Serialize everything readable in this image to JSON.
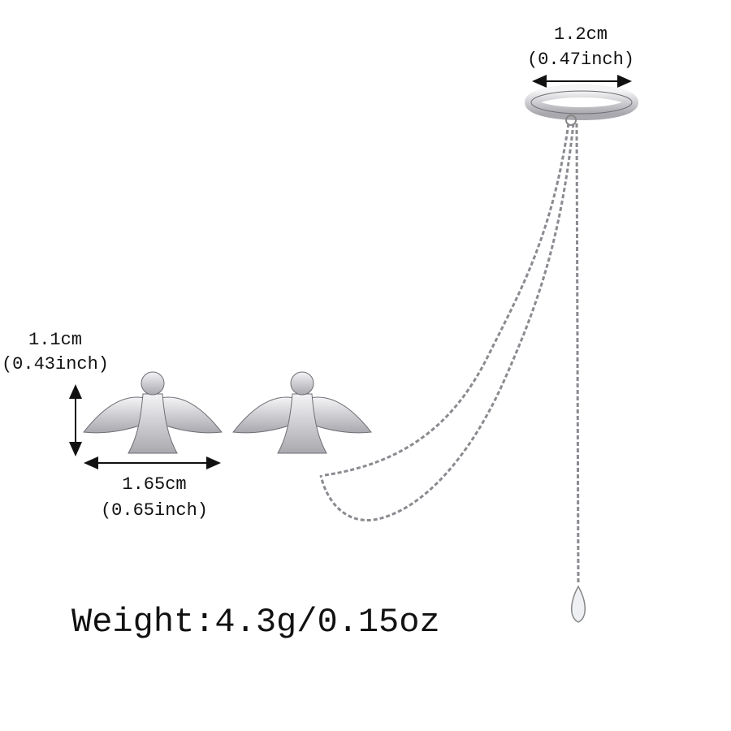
{
  "cuff_dimension": {
    "cm": "1.2cm",
    "inch": "(0.47inch)"
  },
  "height_dimension": {
    "cm": "1.1cm",
    "inch": "(0.43inch)"
  },
  "width_dimension": {
    "cm": "1.65cm",
    "inch": "(0.65inch)"
  },
  "weight": "Weight:4.3g/0.15oz",
  "colors": {
    "silver": "#c8c8cc",
    "outline": "#6e6e74",
    "text": "#111111"
  }
}
